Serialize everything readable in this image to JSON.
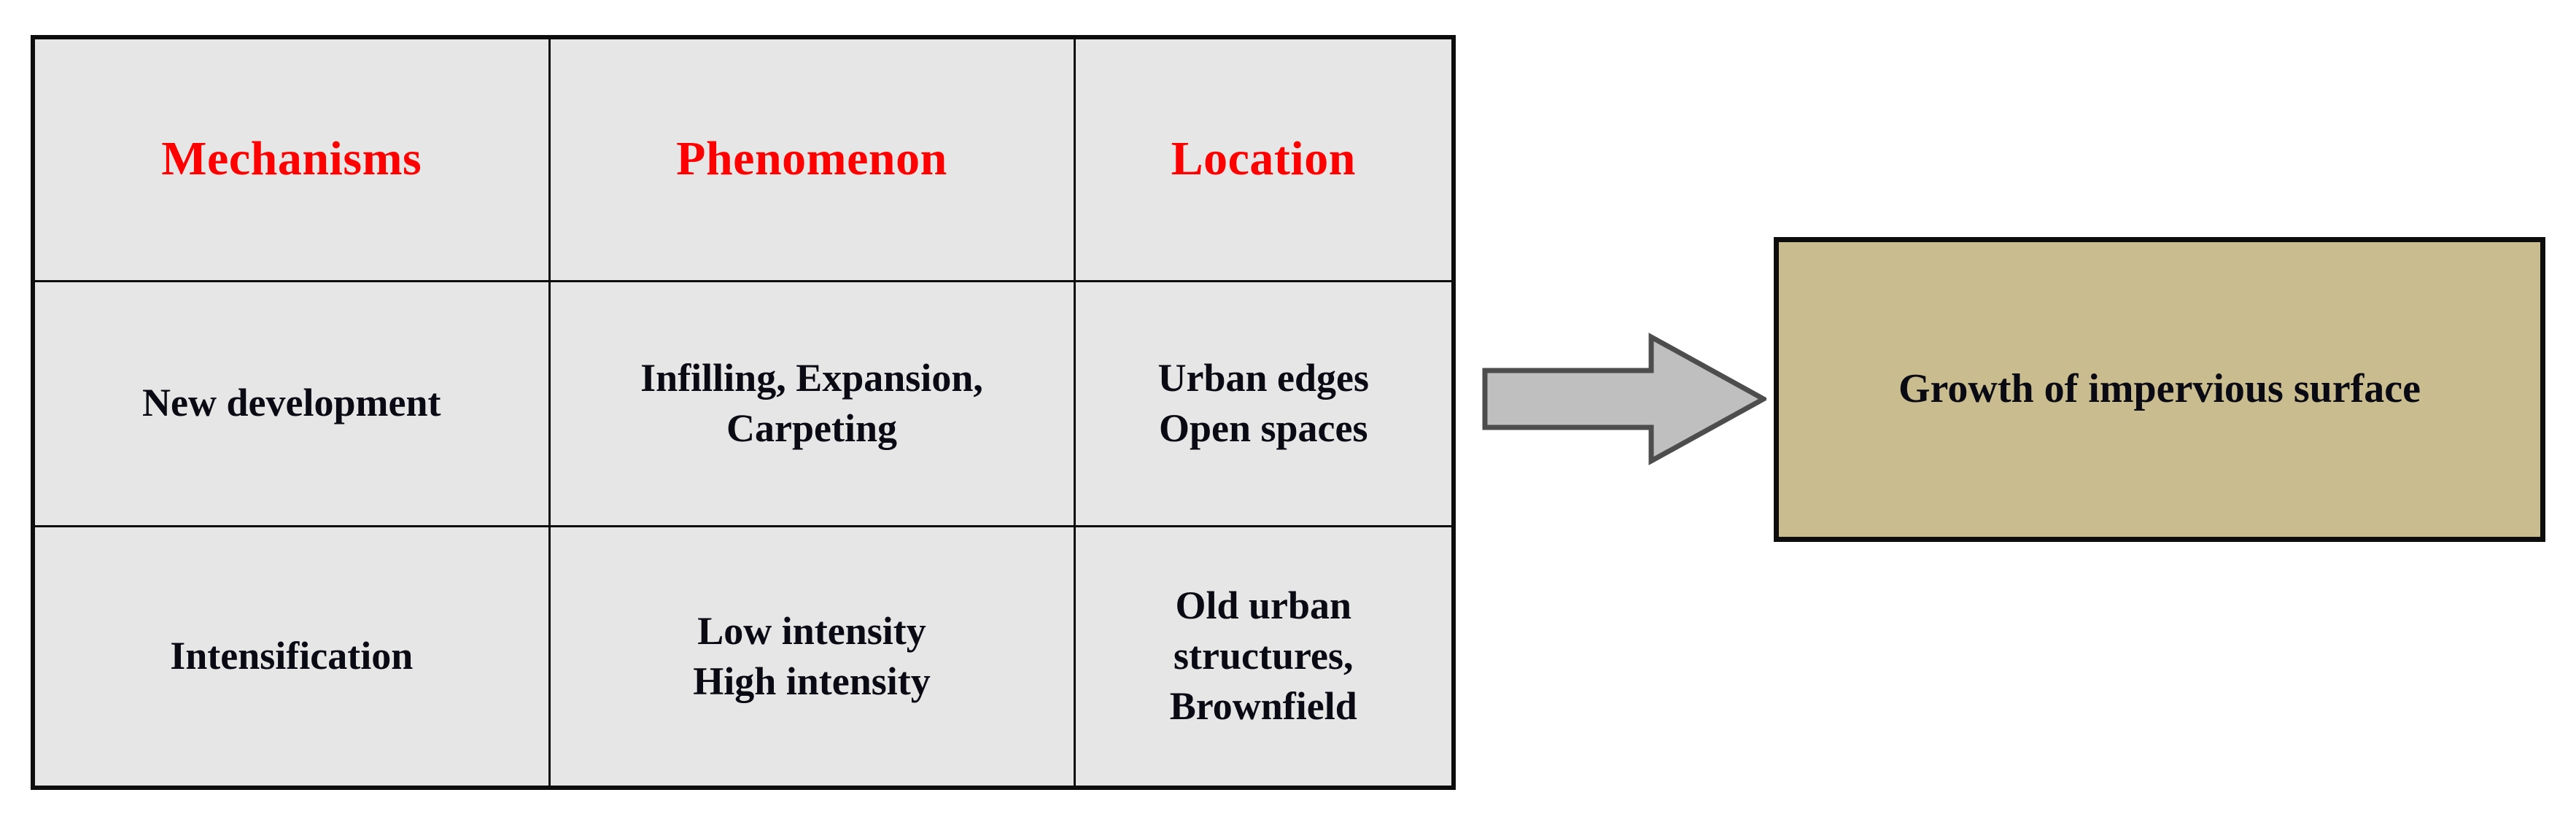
{
  "table": {
    "headers": [
      {
        "label": "Mechanisms",
        "color": "#fe0000"
      },
      {
        "label": "Phenomenon",
        "color": "#fe0000"
      },
      {
        "label": "Location",
        "color": "#fe0000"
      }
    ],
    "rows": [
      {
        "mechanism": "New development",
        "phenomenon_lines": [
          "Infilling, Expansion,",
          "Carpeting"
        ],
        "location_lines": [
          "Urban edges",
          "Open spaces"
        ]
      },
      {
        "mechanism": "Intensification",
        "phenomenon_lines": [
          "Low intensity",
          "High intensity"
        ],
        "location_lines": [
          "Old urban",
          "structures,",
          "Brownfield"
        ]
      }
    ],
    "cell_fill": "#e6e6e6",
    "border_color": "#0d0d0d"
  },
  "arrow": {
    "icon": "right-block-arrow-icon",
    "fill": "#bfbfbf",
    "stroke": "#4d4d4d",
    "direction": "right"
  },
  "outcome": {
    "label": "Growth of impervious surface",
    "fill": "#c9bc8f",
    "border": "#0d0d0d",
    "text_color": "#0a0a14"
  }
}
